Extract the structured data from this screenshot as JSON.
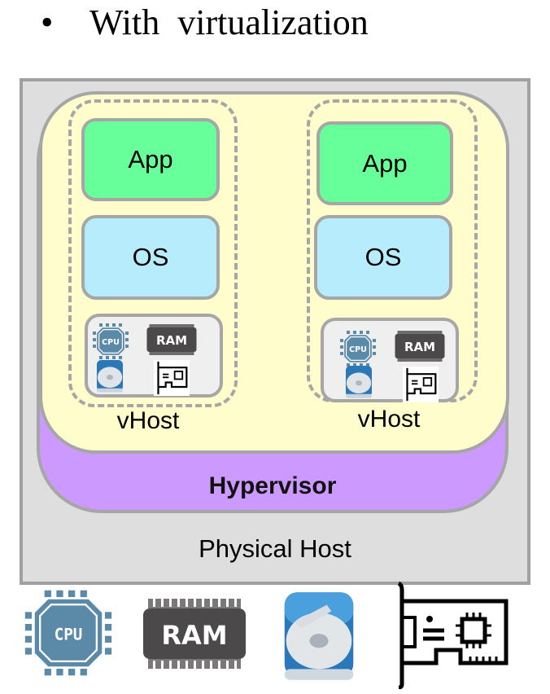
{
  "heading": {
    "bullet": "•",
    "text": "With  virtualization"
  },
  "diagram": {
    "physical_host": {
      "label": "Physical Host",
      "fill": "#dedede"
    },
    "hypervisor": {
      "label": "Hypervisor",
      "fill": "#cc99ff"
    },
    "guest_area_fill": "#fffdcc",
    "vhosts": [
      {
        "label": "vHost",
        "app": "App",
        "os": "OS",
        "hardware": [
          "CPU",
          "RAM",
          "disk",
          "network-card"
        ]
      },
      {
        "label": "vHost",
        "app": "App",
        "os": "OS",
        "hardware": [
          "CPU",
          "RAM",
          "disk",
          "network-card"
        ]
      }
    ],
    "colors": {
      "app": "#66ff99",
      "os": "#b7ecfc",
      "border": "#a6a6a6"
    }
  },
  "legend_icons": {
    "cpu": "CPU",
    "ram": "RAM",
    "disk": "hard-disk",
    "nic": "network-card"
  },
  "chip_labels": {
    "cpu": "CPU",
    "ram": "RAM"
  }
}
